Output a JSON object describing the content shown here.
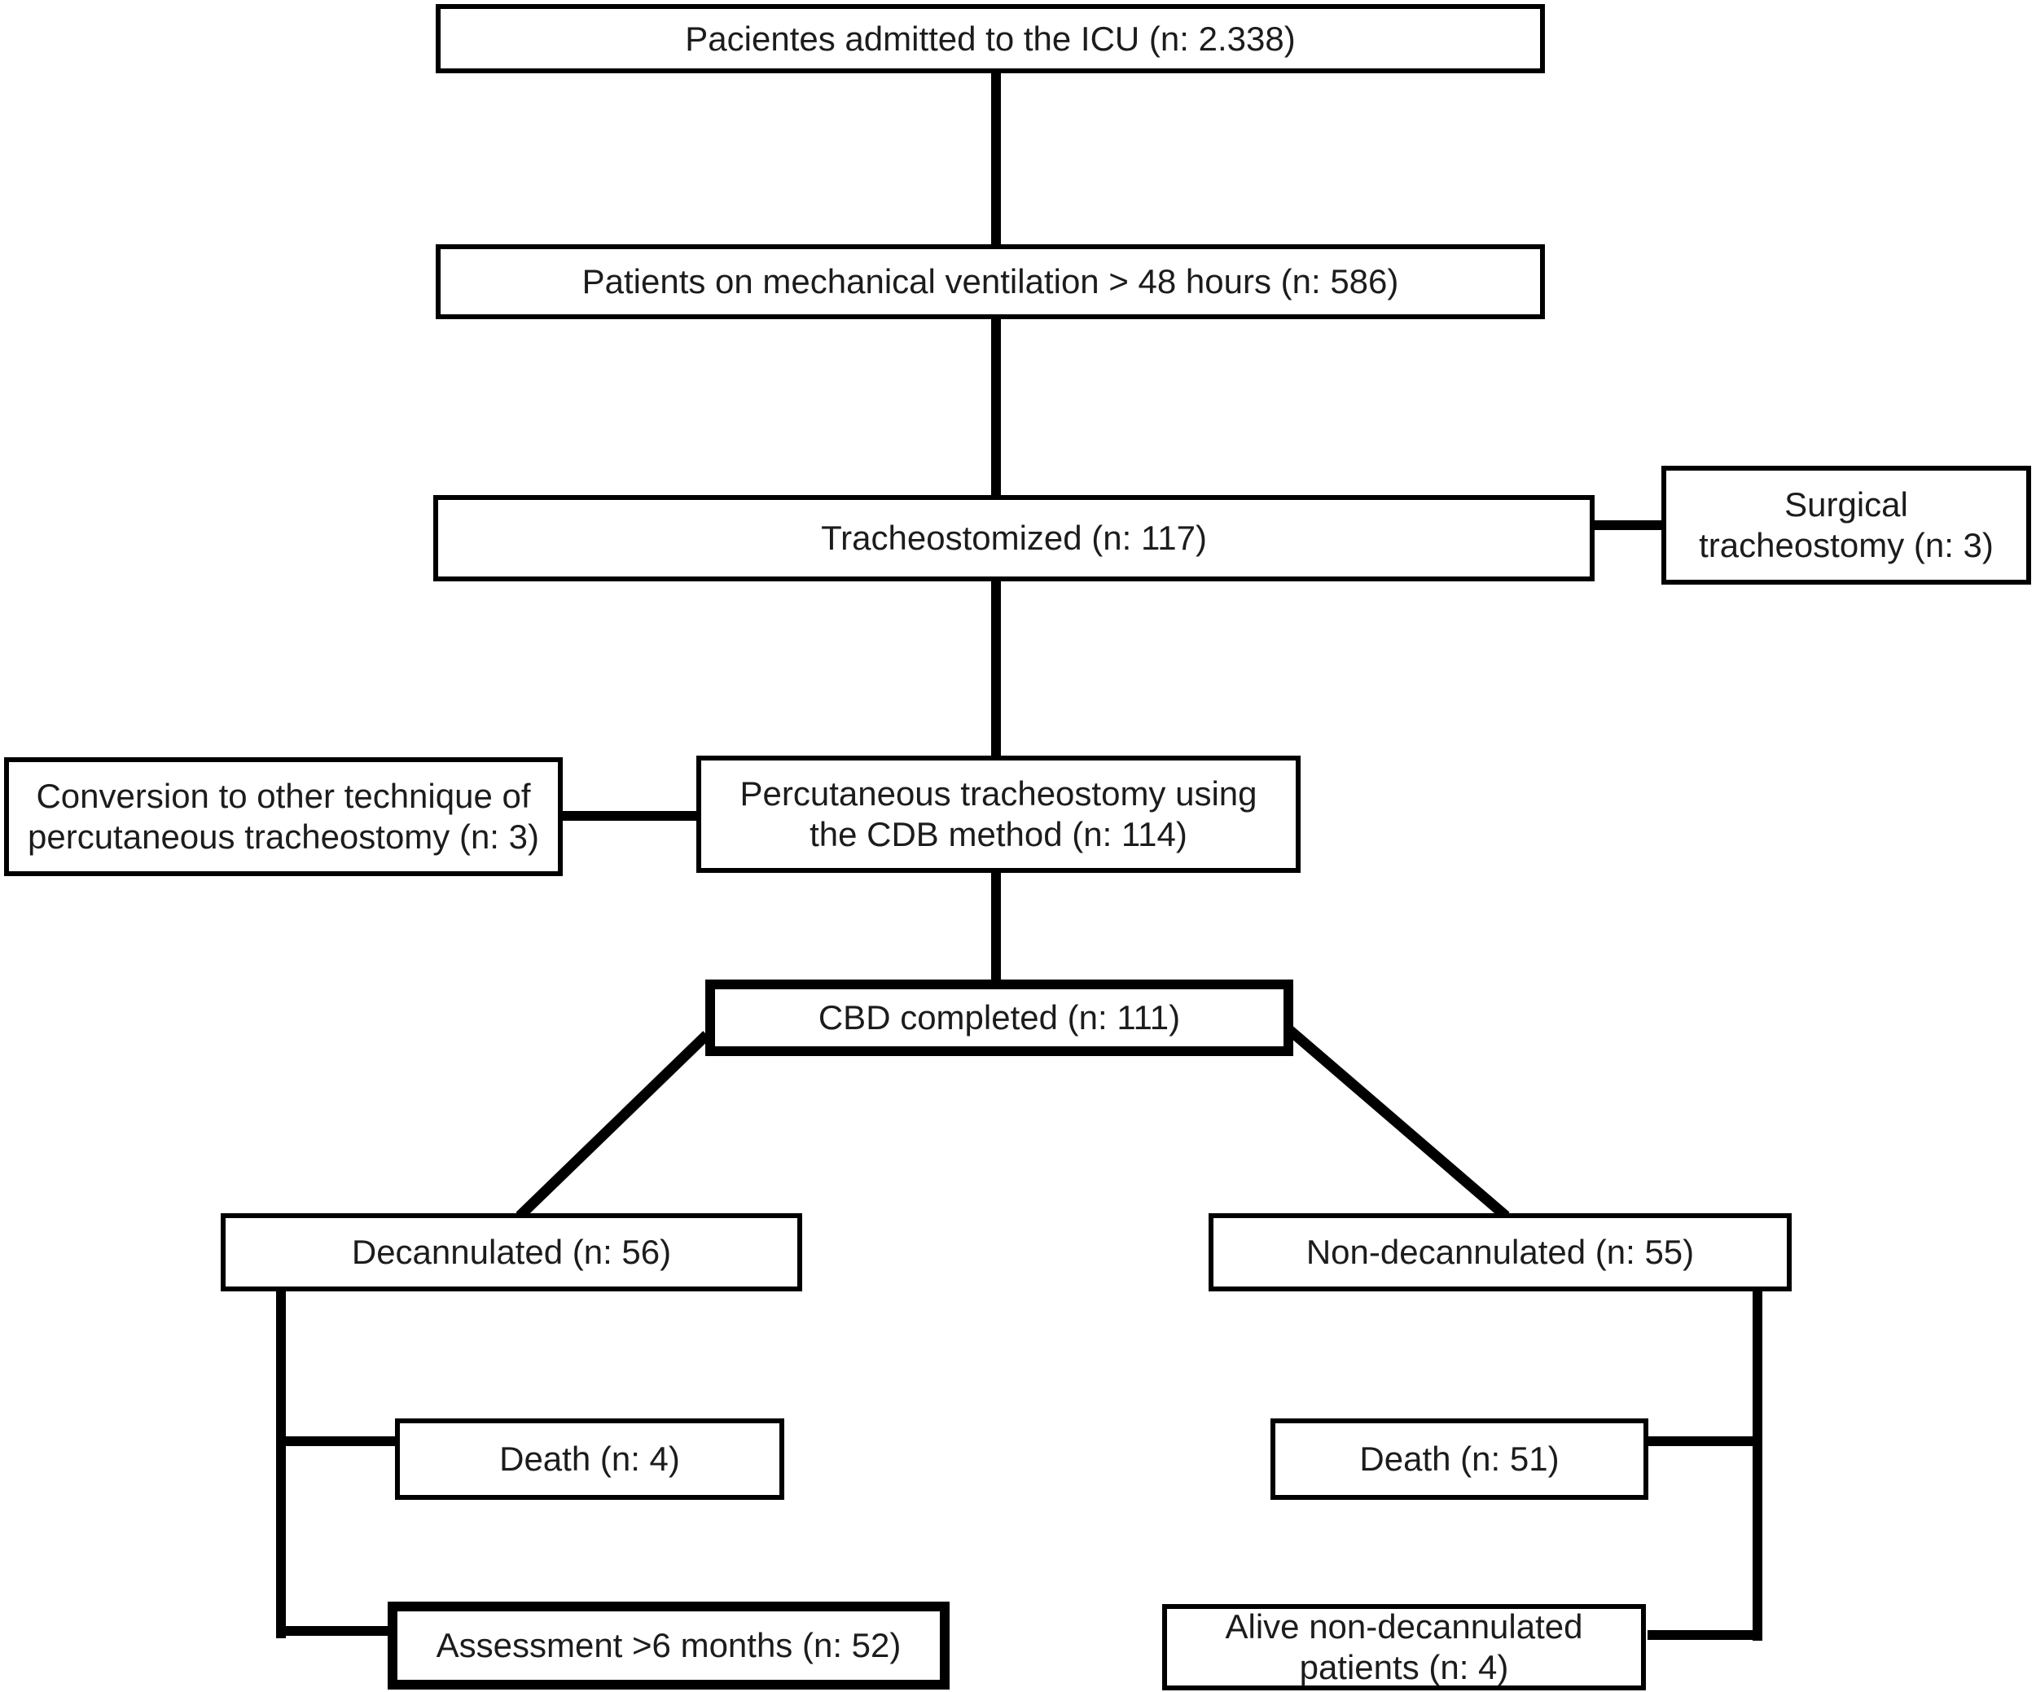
{
  "diagram": {
    "kind": "patient-flow-chart",
    "colors": {
      "background": "#ffffff",
      "line": "#000000",
      "box_fill": "#ffffff",
      "text": "#1c1c1c"
    },
    "nodes": {
      "icu": "Pacientes admitted to the ICU (n: 2.338)",
      "ventilation": "Patients on mechanical ventilation > 48 hours (n: 586)",
      "tracheostomized": "Tracheostomized (n: 117)",
      "surgical": "Surgical\ntracheostomy (n: 3)",
      "conversion": "Conversion to other technique of\npercutaneous tracheostomy (n: 3)",
      "percutaneous": "Percutaneous tracheostomy using\nthe CDB method (n: 114)",
      "cbd_completed": "CBD completed (n: 111)",
      "decannulated": "Decannulated (n: 56)",
      "non_decannulated": "Non-decannulated (n: 55)",
      "death_decannulated": "Death (n: 4)",
      "death_non_decannulated": "Death (n: 51)",
      "assessment": "Assessment >6 months (n: 52)",
      "alive_non_decannulated": "Alive non-decannulated\npatients (n: 4)"
    }
  }
}
